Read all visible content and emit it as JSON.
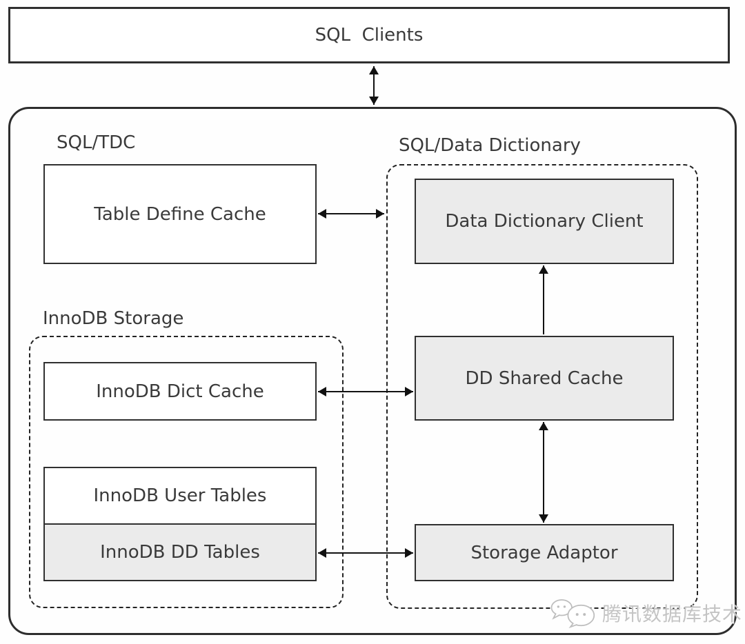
{
  "clients": {
    "label": "SQL  Clients"
  },
  "groups": {
    "sql_tdc": {
      "label": "SQL/TDC"
    },
    "sql_dd": {
      "label": "SQL/Data Dictionary"
    },
    "innodb": {
      "label": "InnoDB Storage"
    }
  },
  "boxes": {
    "table_define_cache": "Table Define Cache",
    "data_dictionary_client": "Data Dictionary Client",
    "dd_shared_cache": "DD Shared Cache",
    "storage_adaptor": "Storage Adaptor",
    "innodb_dict_cache": "InnoDB Dict Cache",
    "innodb_user_tables": "InnoDB User Tables",
    "innodb_dd_tables": "InnoDB DD Tables"
  },
  "watermark": {
    "text": "腾讯数据库技术"
  },
  "colors": {
    "box_fill_gray": "#ebebeb",
    "box_fill_white": "#ffffff",
    "border": "#2f2f2f",
    "text": "#3a3a3a",
    "arrow": "#111111",
    "watermark_text": "#c4c4c4"
  }
}
